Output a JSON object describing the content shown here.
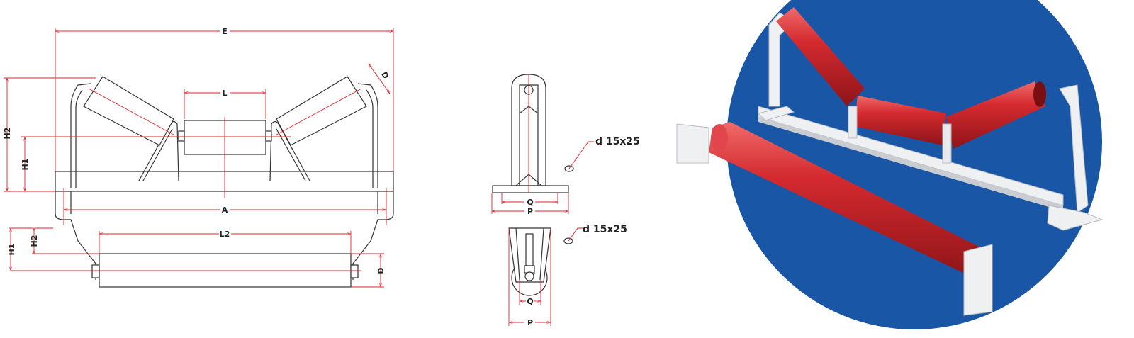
{
  "front_view": {
    "labels": {
      "E": "E",
      "L": "L",
      "A": "A",
      "L2": "L2",
      "H2_top": "H2",
      "H1_top": "H1",
      "D_top": "D",
      "H1_bottom": "H1",
      "H2_bottom": "H2",
      "D_bottom": "D"
    }
  },
  "side_view": {
    "carry": {
      "Q": "Q",
      "P": "P",
      "hole_note": "d 15x25"
    },
    "return": {
      "Q": "Q",
      "P": "P",
      "hole_note": "d 15x25"
    }
  },
  "product_photo": {
    "colors": {
      "backdrop": "#1a56a6",
      "roller": "#d42a2f",
      "frame": "#eef0f2"
    }
  },
  "colors": {
    "dimension_line": "#e8222a",
    "outline": "#333333"
  }
}
